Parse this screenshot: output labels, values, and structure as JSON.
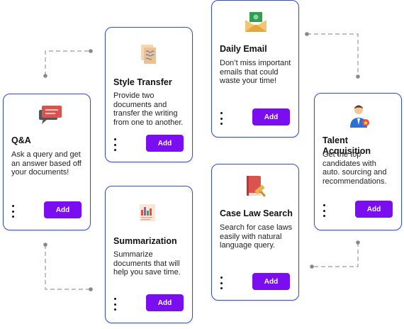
{
  "cards": [
    {
      "id": "qa",
      "title": "Q&A",
      "description": "Ask a query and get an answer based off your documents!",
      "button_label": "Add",
      "icon": "chat-bubble-icon"
    },
    {
      "id": "style",
      "title": "Style Transfer",
      "description": "Provide two documents and transfer the writing from one to another.",
      "button_label": "Add",
      "icon": "documents-icon"
    },
    {
      "id": "summ",
      "title": "Summarization",
      "description": "Summarize documents that will help you save time.",
      "button_label": "Add",
      "icon": "report-chart-icon"
    },
    {
      "id": "email",
      "title": "Daily Email",
      "description": "Don’t miss important emails that could waste your time!",
      "button_label": "Add",
      "icon": "envelope-icon"
    },
    {
      "id": "law",
      "title": "Case Law Search",
      "description": "Search for case laws easily with natural language query.",
      "button_label": "Add",
      "icon": "law-book-gavel-icon"
    },
    {
      "id": "talent",
      "title": "Talent Acquisition",
      "description": "Get the top candidates with auto. sourcing and recommendations.",
      "button_label": "Add",
      "icon": "candidate-badge-icon"
    }
  ],
  "colors": {
    "card_border": "#2f4fd0",
    "button_bg": "#7a0ef0",
    "connector": "#888888"
  }
}
